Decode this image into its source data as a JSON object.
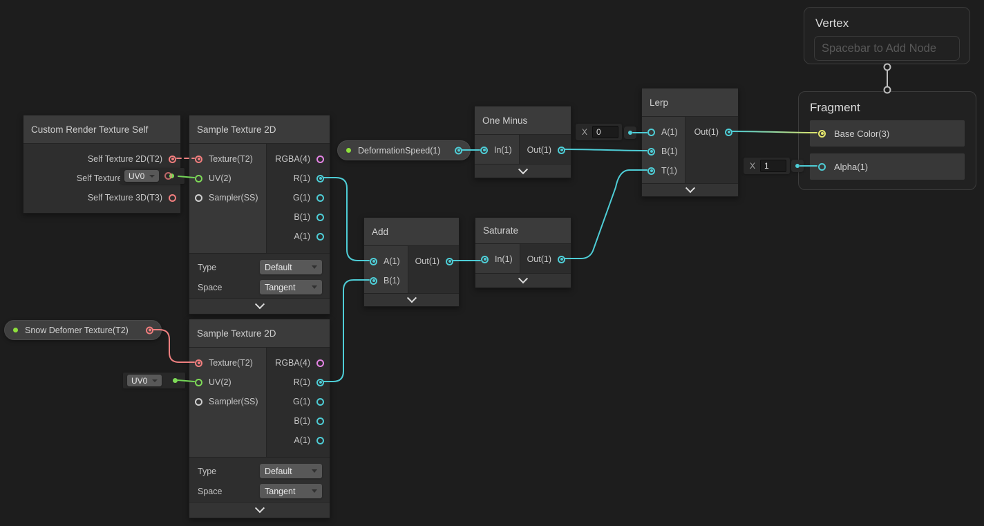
{
  "colors": {
    "canvas_bg": "#1d1d1d",
    "wire_cyan": "#4ecdd6",
    "wire_green": "#74d657",
    "wire_red": "#ef8080",
    "wire_yellow": "#dde46c",
    "link_gray": "#bfbfbf",
    "port_cyan": "#4ecdd6",
    "port_red": "#f07d7d",
    "port_green": "#7ed957",
    "port_pink": "#e584e5",
    "port_yellow": "#e9ea6d",
    "property_dot_green": "#8ee03c"
  },
  "pills": {
    "snow": {
      "label": "Snow Defomer Texture(T2)"
    },
    "deformation": {
      "label": "DeformationSpeed(1)"
    }
  },
  "nodes": {
    "crt": {
      "title": "Custom Render Texture Self",
      "rows": [
        "Self Texture 2D(T2)",
        "Self Texture Cube(TC)",
        "Self Texture 3D(T3)"
      ]
    },
    "sample1": {
      "title": "Sample Texture 2D",
      "inputs": [
        "Texture(T2)",
        "UV(2)",
        "Sampler(SS)"
      ],
      "outputs": [
        "RGBA(4)",
        "R(1)",
        "G(1)",
        "B(1)",
        "A(1)"
      ],
      "controls": [
        {
          "label": "Type",
          "value": "Default"
        },
        {
          "label": "Space",
          "value": "Tangent"
        }
      ]
    },
    "sample2": {
      "title": "Sample Texture 2D",
      "inputs": [
        "Texture(T2)",
        "UV(2)",
        "Sampler(SS)"
      ],
      "outputs": [
        "RGBA(4)",
        "R(1)",
        "G(1)",
        "B(1)",
        "A(1)"
      ],
      "controls": [
        {
          "label": "Type",
          "value": "Default"
        },
        {
          "label": "Space",
          "value": "Tangent"
        }
      ]
    },
    "add": {
      "title": "Add",
      "inputs": [
        "A(1)",
        "B(1)"
      ],
      "output": "Out(1)"
    },
    "saturate": {
      "title": "Saturate",
      "input": "In(1)",
      "output": "Out(1)"
    },
    "oneminus": {
      "title": "One Minus",
      "input": "In(1)",
      "output": "Out(1)"
    },
    "lerp": {
      "title": "Lerp",
      "inputs": [
        "A(1)",
        "B(1)",
        "T(1)"
      ],
      "output": "Out(1)"
    }
  },
  "master": {
    "vertex": {
      "title": "Vertex",
      "placeholder": "Spacebar to Add Node"
    },
    "fragment": {
      "title": "Fragment",
      "base_color": "Base Color(3)",
      "alpha": "Alpha(1)"
    }
  },
  "widgets": {
    "uv_top": {
      "value": "UV0"
    },
    "uv_bottom": {
      "value": "UV0"
    },
    "lerp_a": {
      "label": "X",
      "value": "0"
    },
    "alpha": {
      "label": "X",
      "value": "1"
    }
  }
}
